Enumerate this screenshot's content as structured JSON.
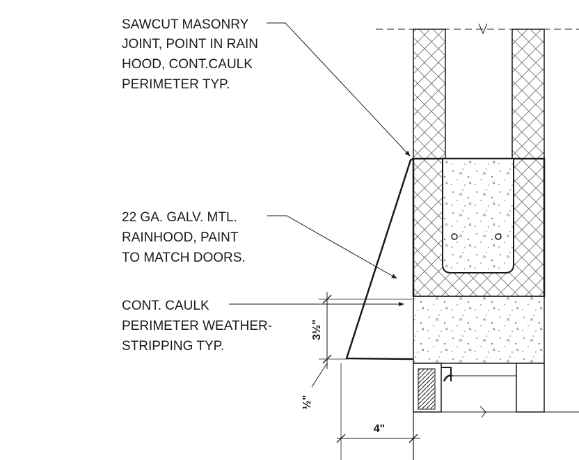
{
  "notes": {
    "sawcut": [
      "SAWCUT MASONRY",
      "JOINT, POINT IN RAIN",
      "HOOD, CONT.CAULK",
      "PERIMETER TYP."
    ],
    "rainhood": [
      "22 GA. GALV. MTL.",
      "RAINHOOD, PAINT",
      "TO MATCH DOORS."
    ],
    "caulk": [
      "CONT. CAULK",
      "PERIMETER WEATHER-",
      "STRIPPING TYP."
    ]
  },
  "dimensions": {
    "rainhood_height": "3½\"",
    "offset": "½\"",
    "projection": "4\""
  }
}
